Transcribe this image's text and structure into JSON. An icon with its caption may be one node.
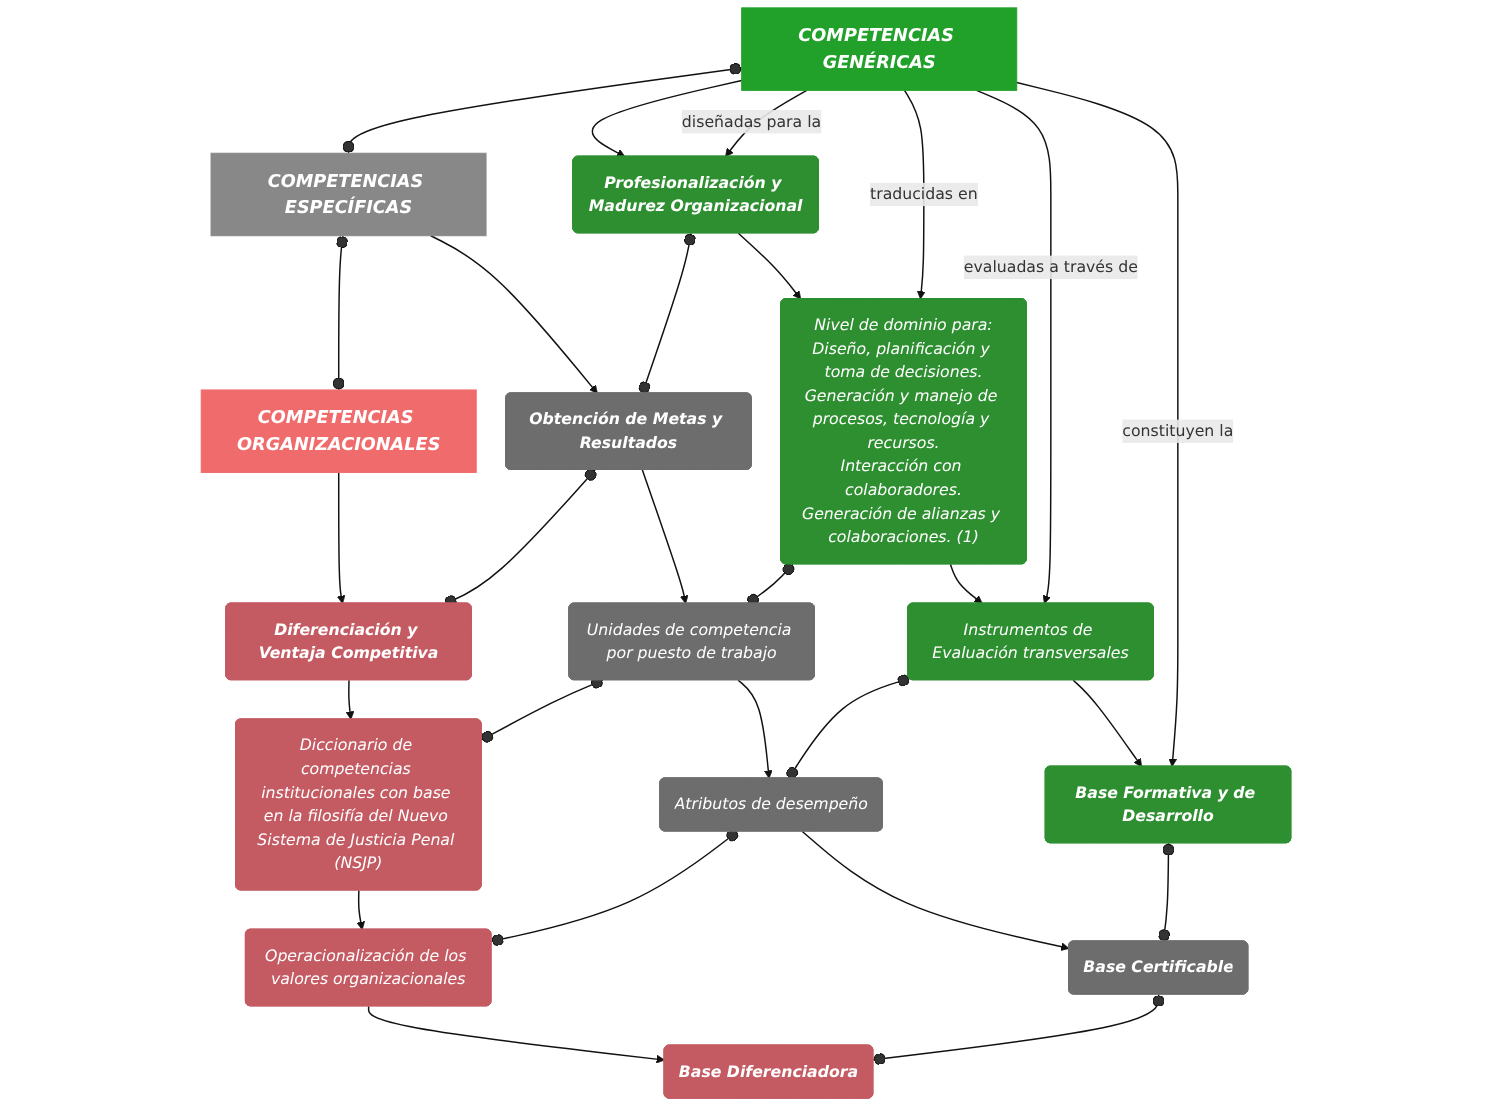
{
  "diagram": {
    "nodes": [
      {
        "text": [
          "COMPETENCIAS GENÉRICAS"
        ]
      },
      {
        "text": [
          "COMPETENCIAS ESPECÍFICAS"
        ]
      },
      {
        "text": [
          "COMPETENCIAS ORGANIZACIONALES"
        ]
      },
      {
        "text": [
          "Profesionalización y Madurez Organizacional"
        ]
      },
      {
        "text": [
          "Obtención de Metas y Resultados"
        ]
      },
      {
        "text": [
          "Diferenciación y Ventaja Competitiva"
        ]
      },
      {
        "text": [
          "Nivel de dominio para:",
          "Diseño, planificación y toma de decisiones.",
          "Generación y manejo de procesos, tecnología y recursos.",
          "Interacción con colaboradores.",
          "Generación de alianzas y colaboraciones. (1)"
        ]
      },
      {
        "text": [
          "Unidades de competencia por puesto de trabajo"
        ]
      },
      {
        "text": [
          "Diccionario de competencias institucionales con base en la filosifía del Nuevo Sistema de Justicia Penal (NSJP)"
        ]
      },
      {
        "text": [
          "Instrumentos de Evaluación transversales"
        ]
      },
      {
        "text": [
          "Atributos de desempeño"
        ]
      },
      {
        "text": [
          "Operacionalización de los valores organizacionales"
        ]
      },
      {
        "text": [
          "Base Formativa y de Desarrollo"
        ]
      },
      {
        "text": [
          "Base Certificable"
        ]
      },
      {
        "text": [
          "Base Diferenciadora"
        ]
      }
    ],
    "edges": [
      {
        "from": 0,
        "to": 1,
        "arrow": "other"
      },
      {
        "from": 1,
        "to": 2,
        "arrow": "other"
      },
      {
        "from": 0,
        "to": 3,
        "arrow": "to"
      },
      {
        "from": 1,
        "to": 4,
        "arrow": "to"
      },
      {
        "from": 2,
        "to": 5,
        "arrow": "to"
      },
      {
        "from": 3,
        "to": 4,
        "arrow": "other"
      },
      {
        "from": 4,
        "to": 5,
        "arrow": "other"
      },
      {
        "from": 3,
        "to": 6,
        "arrow": "to"
      },
      {
        "from": 4,
        "to": 7,
        "arrow": "to"
      },
      {
        "from": 5,
        "to": 8,
        "arrow": "to"
      },
      {
        "from": 6,
        "to": 7,
        "arrow": "other"
      },
      {
        "from": 7,
        "to": 8,
        "arrow": "other"
      },
      {
        "from": 6,
        "to": 9,
        "arrow": "to"
      },
      {
        "from": 7,
        "to": 10,
        "arrow": "to"
      },
      {
        "from": 8,
        "to": 11,
        "arrow": "to"
      },
      {
        "from": 9,
        "to": 10,
        "arrow": "other"
      },
      {
        "from": 10,
        "to": 11,
        "arrow": "other"
      },
      {
        "from": 9,
        "to": 12,
        "arrow": "to"
      },
      {
        "from": 10,
        "to": 13,
        "arrow": "to"
      },
      {
        "from": 11,
        "to": 14,
        "arrow": "to"
      },
      {
        "from": 12,
        "to": 13,
        "arrow": "other"
      },
      {
        "from": 13,
        "to": 14,
        "arrow": "other"
      },
      {
        "from": 0,
        "to": 3,
        "arrow": "to",
        "label": "diseñadas para la"
      },
      {
        "from": 0,
        "to": 6,
        "arrow": "to",
        "label": "traducidas en"
      },
      {
        "from": 0,
        "to": 9,
        "arrow": "to",
        "label": "evaluadas a través de"
      },
      {
        "from": 0,
        "to": 12,
        "arrow": "to",
        "label": "constituyen la"
      }
    ]
  }
}
